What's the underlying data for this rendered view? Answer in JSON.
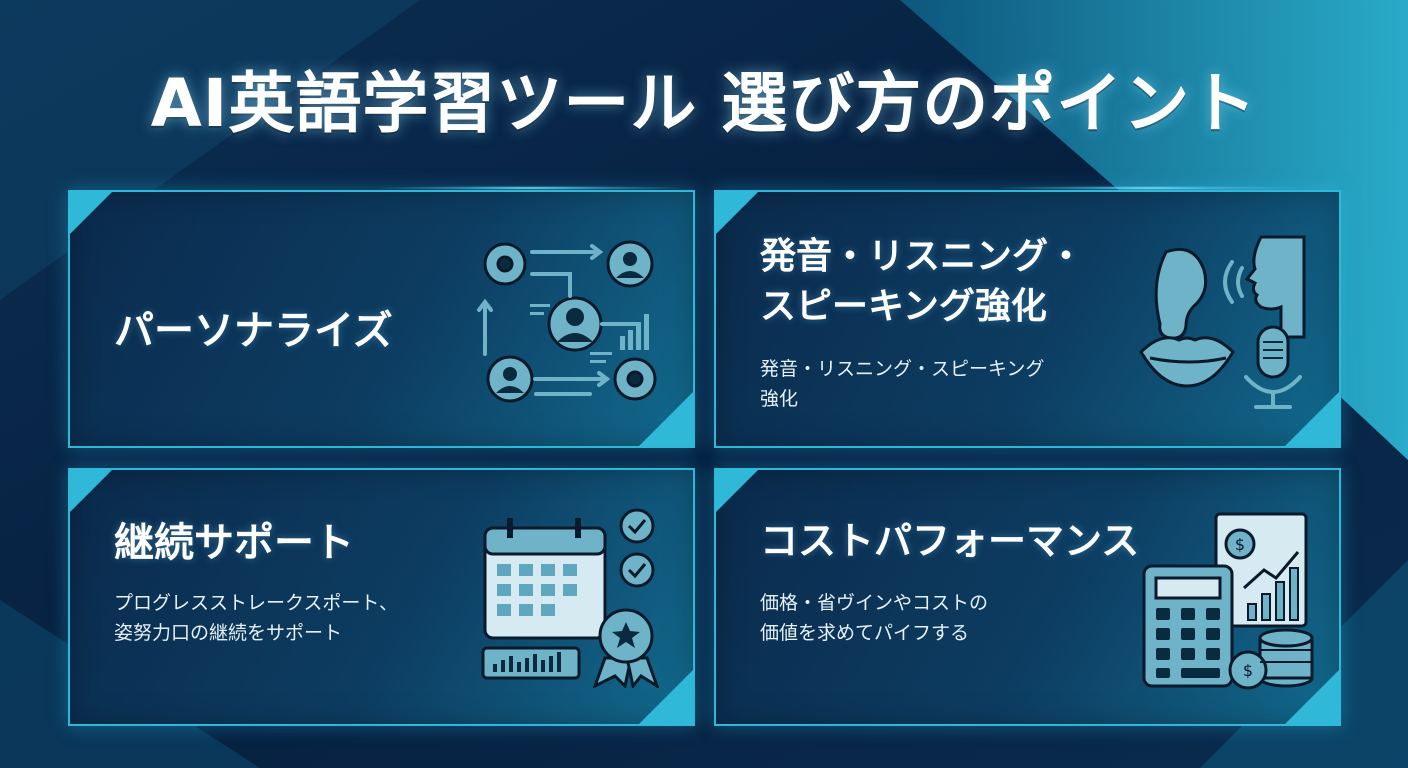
{
  "title": "AI英語学習ツール 選び方のポイント",
  "colors": {
    "accent": "#2fb8d8",
    "icon_fill": "#6fb3c8",
    "icon_stroke": "#0a1a2a",
    "background": "#082240"
  },
  "cards": [
    {
      "title_lines": [
        "パーソナライズ"
      ],
      "desc_lines": [],
      "icon": "personalization-network-icon"
    },
    {
      "title_lines": [
        "発音・リスニング・",
        "スピーキング強化"
      ],
      "desc_lines": [
        "発音・リスニング・スピーキング",
        "強化"
      ],
      "icon": "ear-mouth-microphone-icon"
    },
    {
      "title_lines": [
        "継続サポート"
      ],
      "desc_lines": [
        "プログレスストレークスポート、",
        "姿努力口の継続をサポート"
      ],
      "icon": "calendar-badge-icon"
    },
    {
      "title_lines": [
        "コストパフォーマンス"
      ],
      "desc_lines": [
        "価格・省ヴインやコストの",
        "価値を求めてパイフする"
      ],
      "icon": "calculator-coins-icon"
    }
  ]
}
